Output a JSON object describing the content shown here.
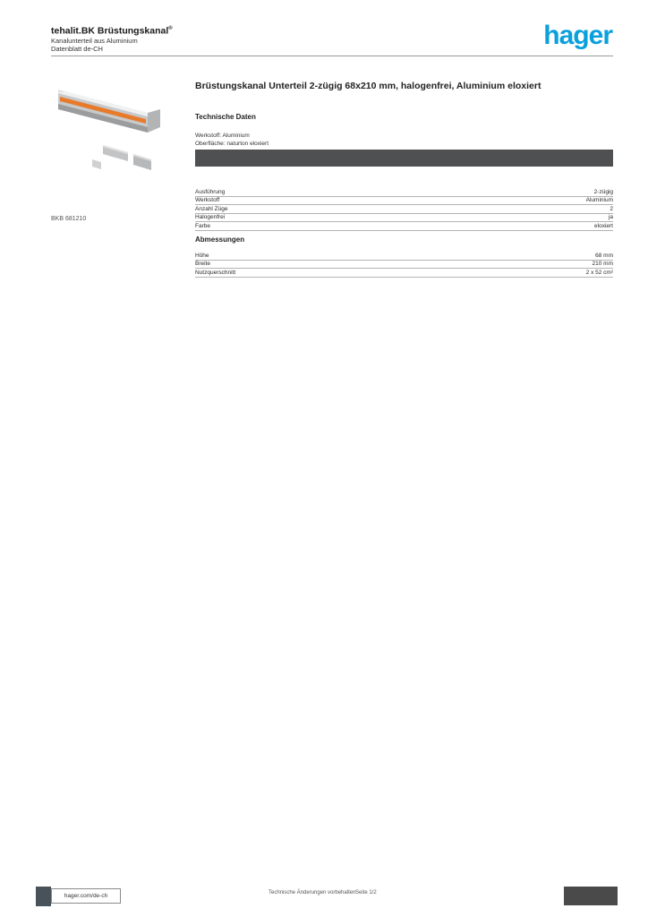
{
  "header": {
    "brand_line": "tehalit.BK Brüstungskanal",
    "brand_mark": "®",
    "subline1": "Kanalunterteil aus Aluminium",
    "subline2": "Datenblatt de-CH",
    "logo_text": "hager"
  },
  "product": {
    "image_caption": "BKB 681210"
  },
  "main": {
    "title": "Brüstungskanal Unterteil 2-zügig 68x210 mm, halogenfrei, Aluminium eloxiert",
    "subtitle": "Technische Daten",
    "intro": {
      "line1": "Werkstoff: Aluminium",
      "line2": "Oberfläche: naturton eloxiert"
    },
    "table1": {
      "rows": [
        {
          "label": "Ausführung",
          "value": "2-zügig"
        },
        {
          "label": "Werkstoff",
          "value": "Aluminium"
        },
        {
          "label": "Anzahl Züge",
          "value": "2"
        },
        {
          "label": "Halogenfrei",
          "value": "ja"
        },
        {
          "label": "Farbe",
          "value": "eloxiert"
        }
      ]
    },
    "section2_heading": "Abmessungen",
    "table2": {
      "rows": [
        {
          "label": "Höhe",
          "value": "68 mm"
        },
        {
          "label": "Breite",
          "value": "210 mm"
        },
        {
          "label": "Nutzquerschnitt",
          "value": "2 x 52 cm²"
        }
      ]
    }
  },
  "footer": {
    "website": "hager.com/de-ch",
    "note": "Technische Änderungen vorbehalten",
    "page": "Seite 1/2"
  },
  "colors": {
    "logo_blue": "#0aa0dc",
    "accent_orange": "#e87a2c"
  }
}
